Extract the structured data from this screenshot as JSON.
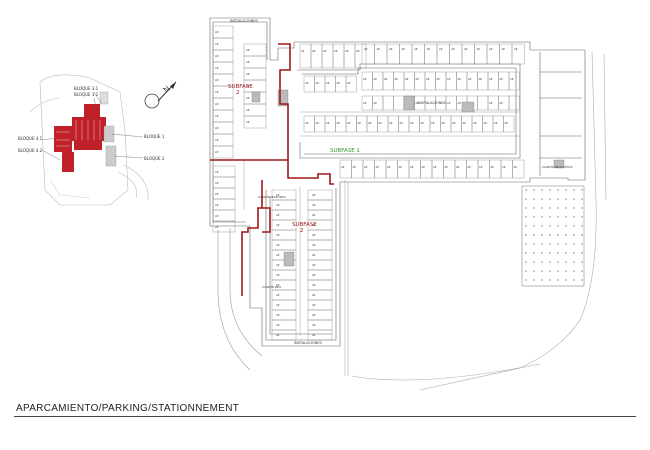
{
  "caption": "APARCAMIENTO/PARKING/STATIONNEMENT",
  "labels": {
    "subfase1": "SUBFASE 1",
    "subfase2_top": "SUBFASE\n2",
    "subfase2_bottom": "SUBFASE\n2",
    "instalaciones_top": "INSTALACIONES",
    "instalaciones_mid": "INSTALACIONES",
    "instalaciones_bottom": "INSTALACIONES",
    "bloque31": "BLOQUE 3.1",
    "bloque32": "BLOQUE 3.2",
    "bloque1": "BLOQUE 1",
    "bloque41": "BLOQUE 4.1",
    "bloque2": "BLOQUE 2",
    "bloque42": "BLOQUE 4.2",
    "cuarto_basuras": "CUARTO BASURAS",
    "cuarto_bicicletas": "CUARTO BICICLETAS",
    "cuarto_bici": "CUARTO BICI",
    "ap": "AP"
  },
  "colors": {
    "red_outline": "#a01818",
    "red_fill": "#c0202a",
    "green_text": "#2e9a2e",
    "line": "#555555",
    "light_line": "#999999"
  }
}
